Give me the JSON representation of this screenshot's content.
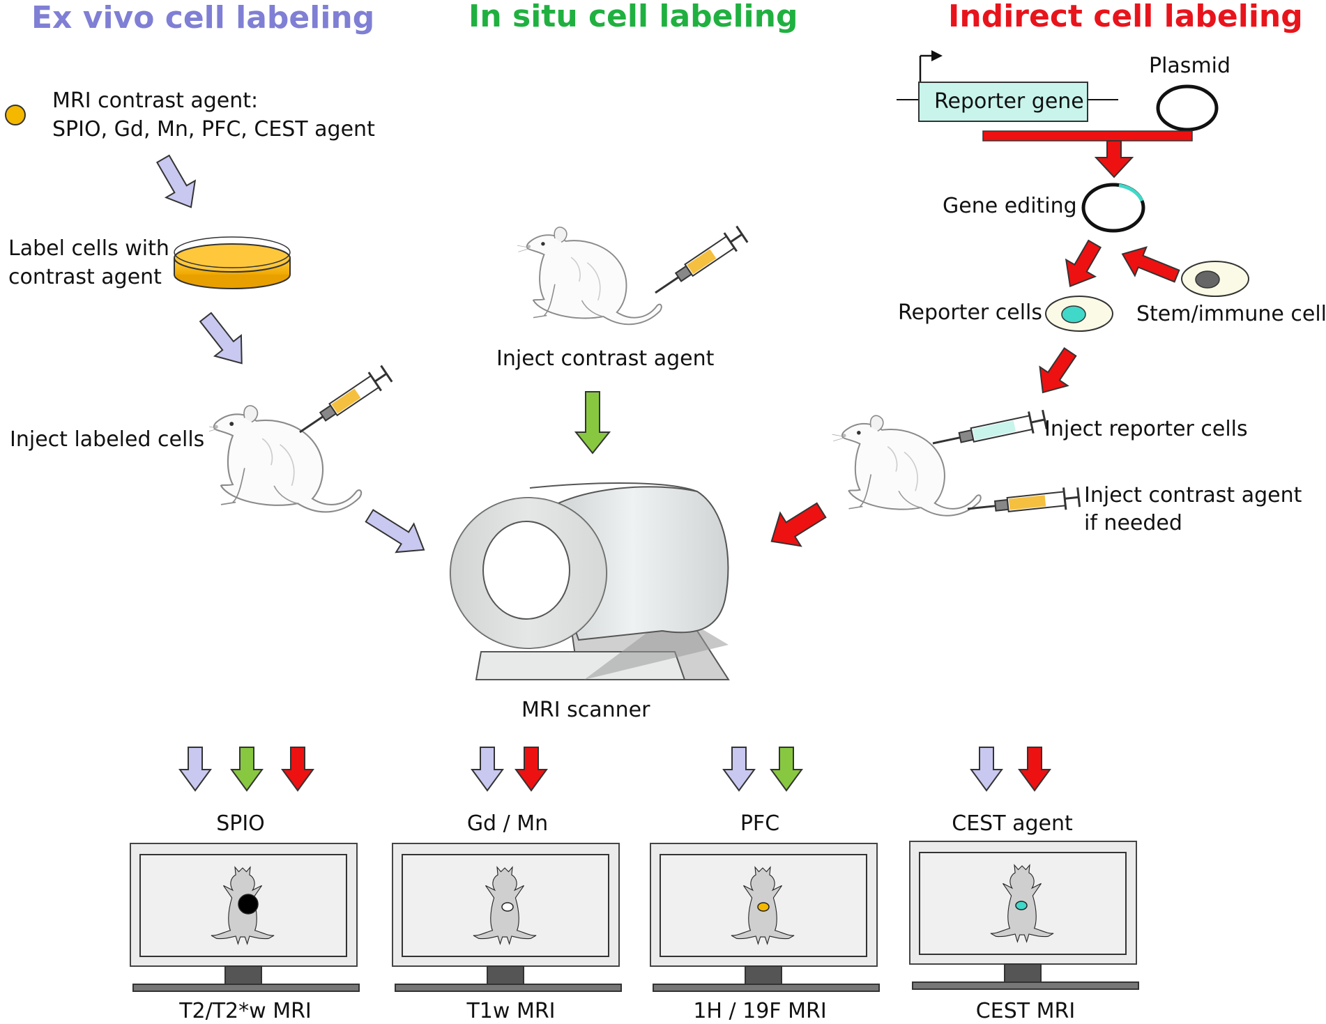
{
  "titles": {
    "ex_vivo": "Ex vivo cell labeling",
    "in_situ": "In situ cell labeling",
    "indirect": "Indirect cell labeling"
  },
  "ex_vivo": {
    "agent_line1": "MRI contrast agent:",
    "agent_line2": "SPIO, Gd, Mn, PFC, CEST agent",
    "label_line1": "Label cells with",
    "label_line2": "contrast agent",
    "inject": "Inject labeled cells"
  },
  "in_situ": {
    "inject": "Inject contrast agent"
  },
  "indirect": {
    "reporter_gene": "Reporter gene",
    "plasmid": "Plasmid",
    "gene_editing": "Gene editing",
    "reporter_cells": "Reporter cells",
    "stem_cells": "Stem/immune cells",
    "inject_reporter": "Inject reporter cells",
    "inject_agent_line1": "Inject contrast agent",
    "inject_agent_line2": "if needed"
  },
  "scanner": {
    "label": "MRI scanner"
  },
  "outputs": [
    {
      "agent": "SPIO",
      "method": "T2/T2*w MRI",
      "spot": "#000000",
      "arrows": [
        "lavender",
        "green",
        "red"
      ]
    },
    {
      "agent": "Gd / Mn",
      "method": "T1w MRI",
      "spot": "#ffffff",
      "arrows": [
        "lavender",
        "red"
      ]
    },
    {
      "agent": "PFC",
      "method": "1H / 19F MRI",
      "spot": "#f5b800",
      "arrows": [
        "lavender",
        "green"
      ]
    },
    {
      "agent": "CEST agent",
      "method": "CEST MRI",
      "spot": "#40d8c8",
      "arrows": [
        "lavender",
        "red"
      ]
    }
  ],
  "colors": {
    "ex_vivo": "#7f7fd5",
    "in_situ": "#20b040",
    "indirect": "#e8141c",
    "lavender": "#c8c8f0",
    "green": "#88c840",
    "red": "#ee1111",
    "agent": "#f5b800",
    "reporter": "#c8f4ec",
    "cyan": "#40d8c8"
  },
  "icons": [
    "contrast-agent-dot-icon",
    "petri-dish-icon",
    "rat-icon",
    "syringe-icon",
    "plasmid-icon",
    "promoter-arrow-icon",
    "cell-icon",
    "mri-scanner-icon",
    "monitor-icon",
    "mouse-silhouette-icon"
  ]
}
